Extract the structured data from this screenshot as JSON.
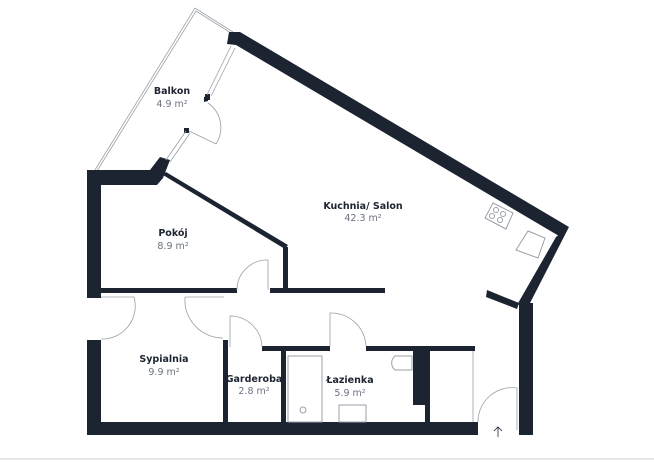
{
  "rooms": [
    {
      "id": "balkon",
      "name": "Balkon",
      "area": "4.9 m²"
    },
    {
      "id": "kuchnia-salon",
      "name": "Kuchnia/ Salon",
      "area": "42.3 m²"
    },
    {
      "id": "pokoj",
      "name": "Pokój",
      "area": "8.9 m²"
    },
    {
      "id": "sypialnia",
      "name": "Sypialnia",
      "area": "9.9 m²"
    },
    {
      "id": "garderoba",
      "name": "Garderoba",
      "area": "2.8 m²"
    },
    {
      "id": "lazienka",
      "name": "Łazienka",
      "area": "5.9 m²"
    }
  ],
  "colors": {
    "wall": "#1c2331",
    "fixture": "#9aa0a8"
  },
  "icons": {
    "entrance": "arrow-up-icon"
  }
}
